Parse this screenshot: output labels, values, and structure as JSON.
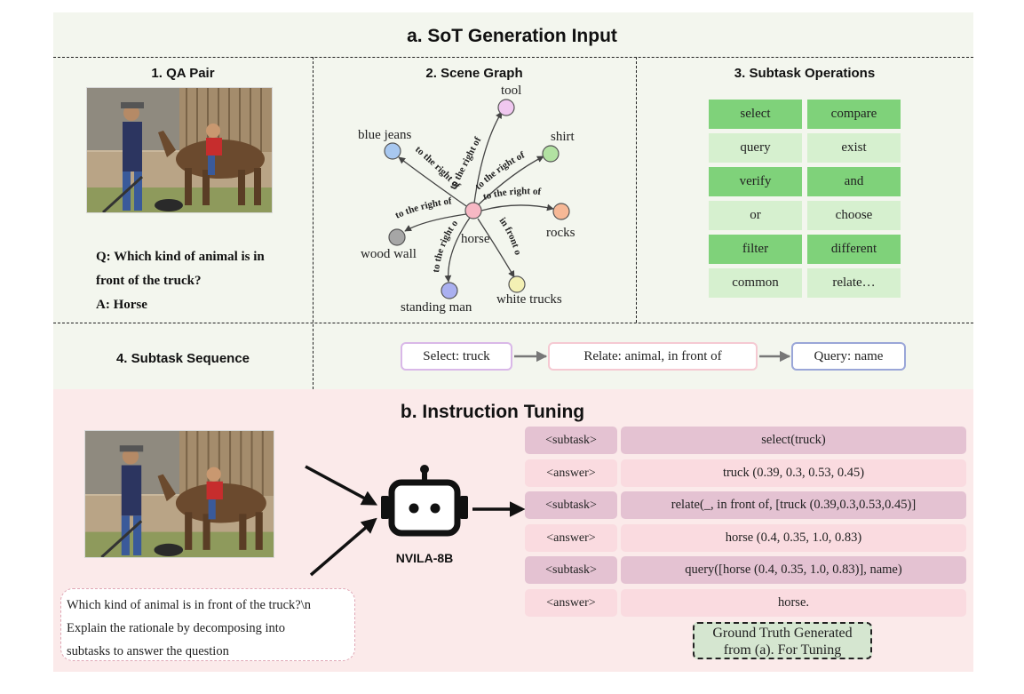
{
  "colors": {
    "panel_a_bg": "#f3f6ee",
    "panel_b_bg": "#fbeaea",
    "op_dark": "#7fd27a",
    "op_light": "#d6f0cf",
    "seq_select_border": "#d9b8e8",
    "seq_relate_border": "#f5c9d2",
    "seq_query_border": "#9aa6d8",
    "row_dark": "#e4c2d2",
    "row_light": "#fadbe0",
    "gt_bg": "#d5e6d0"
  },
  "section_a": {
    "title": "a. SoT Generation Input",
    "qa_pair": {
      "title": "1. QA Pair",
      "question_line1": "Q: Which kind of animal is in",
      "question_line2": "front of the truck?",
      "answer": "A: Horse"
    },
    "scene_graph": {
      "title": "2. Scene Graph",
      "center": {
        "label": "horse",
        "color": "#f7b8c4"
      },
      "nodes": [
        {
          "label": "tool",
          "color": "#f0c8f0"
        },
        {
          "label": "blue jeans",
          "color": "#a8c8f0"
        },
        {
          "label": "shirt",
          "color": "#b2e2a2"
        },
        {
          "label": "rocks",
          "color": "#f6b896"
        },
        {
          "label": "wood wall",
          "color": "#a6a6a6"
        },
        {
          "label": "standing man",
          "color": "#aab0f0"
        },
        {
          "label": "white trucks",
          "color": "#f3f0b4"
        }
      ],
      "edges": [
        {
          "label": "to the right of"
        },
        {
          "label": "to the right of"
        },
        {
          "label": "to the right of"
        },
        {
          "label": "to the right of"
        },
        {
          "label": "to the right of"
        },
        {
          "label": "to the right of"
        },
        {
          "label": "in front of"
        }
      ]
    },
    "subtask_ops": {
      "title": "3. Subtask Operations",
      "rows": [
        [
          "select",
          "compare"
        ],
        [
          "query",
          "exist"
        ],
        [
          "verify",
          "and"
        ],
        [
          "or",
          "choose"
        ],
        [
          "filter",
          "different"
        ],
        [
          "common",
          "relate…"
        ]
      ]
    },
    "sequence": {
      "title": "4. Subtask Sequence",
      "steps": [
        "Select: truck",
        "Relate: animal, in front of",
        "Query: name"
      ]
    }
  },
  "section_b": {
    "title": "b. Instruction Tuning",
    "model_name": "NVILA-8B",
    "prompt_lines": [
      "Which kind of animal is in front of the truck?\\n",
      "Explain the rationale by decomposing into",
      "subtasks to answer the question"
    ],
    "rows": [
      {
        "tag": "<subtask>",
        "value": "select(truck)"
      },
      {
        "tag": "<answer>",
        "value": "truck (0.39, 0.3, 0.53, 0.45)"
      },
      {
        "tag": "<subtask>",
        "value": "relate(_, in front of, [truck (0.39,0.3,0.53,0.45)]"
      },
      {
        "tag": "<answer>",
        "value": "horse (0.4, 0.35, 1.0, 0.83)"
      },
      {
        "tag": "<subtask>",
        "value": "query([horse (0.4, 0.35, 1.0, 0.83)], name)"
      },
      {
        "tag": "<answer>",
        "value": "horse."
      }
    ],
    "ground_truth_note": {
      "line1": "Ground Truth Generated",
      "line2": "from (a). For Tuning"
    }
  }
}
